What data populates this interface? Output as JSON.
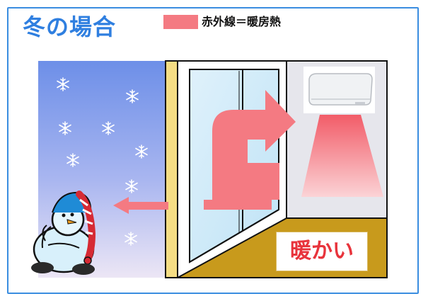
{
  "title": "冬の場合",
  "legend": {
    "label": "赤外線＝暖房熱",
    "color": "#f47a82"
  },
  "room_label": "暖かい",
  "colors": {
    "sky_top": "#6f8fe8",
    "sky_bottom": "#e9e4f4",
    "wall": "#f5dd84",
    "floor": "#c89a1c",
    "room": "#e8e8ee",
    "heat": "#f47a82",
    "frame": "#3a8de0"
  },
  "icons": [
    "snowflake-icon",
    "snowman-icon",
    "air-conditioner-icon",
    "heat-arrow-icon"
  ]
}
